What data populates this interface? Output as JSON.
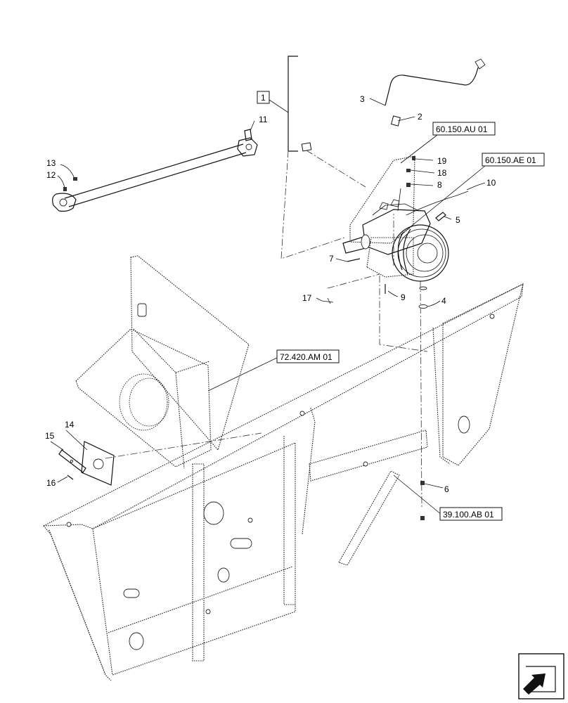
{
  "callouts": {
    "c1": "1",
    "c2": "2",
    "c3": "3",
    "c4": "4",
    "c5": "5",
    "c6": "6",
    "c7": "7",
    "c8": "8",
    "c9": "9",
    "c10": "10",
    "c11": "11",
    "c12": "12",
    "c13": "13",
    "c14": "14",
    "c15": "15",
    "c16": "16",
    "c17": "17",
    "c18": "18",
    "c19": "19"
  },
  "references": {
    "r1": "60.150.AU 01",
    "r2": "60.150.AE 01",
    "r3": "72.420.AM 01",
    "r4": "39.100.AB 01"
  },
  "icons": {
    "nav": "arrow-navigation-icon"
  }
}
